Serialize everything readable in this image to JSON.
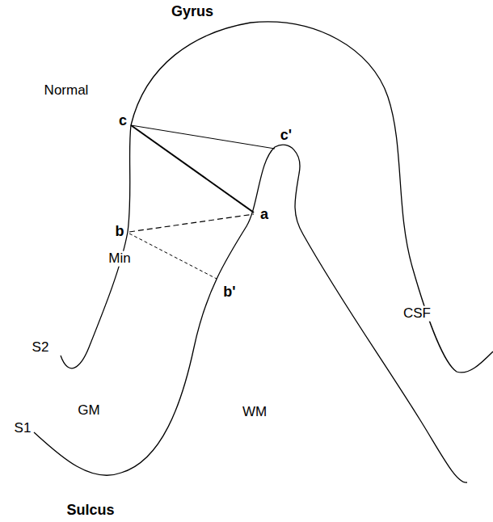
{
  "diagram": {
    "labels": [
      "Gyrus",
      "Normal",
      "c",
      "c'",
      "a",
      "b",
      "Min",
      "b'",
      "CSF",
      "S2",
      "GM",
      "WM",
      "S1",
      "Sulcus"
    ]
  }
}
